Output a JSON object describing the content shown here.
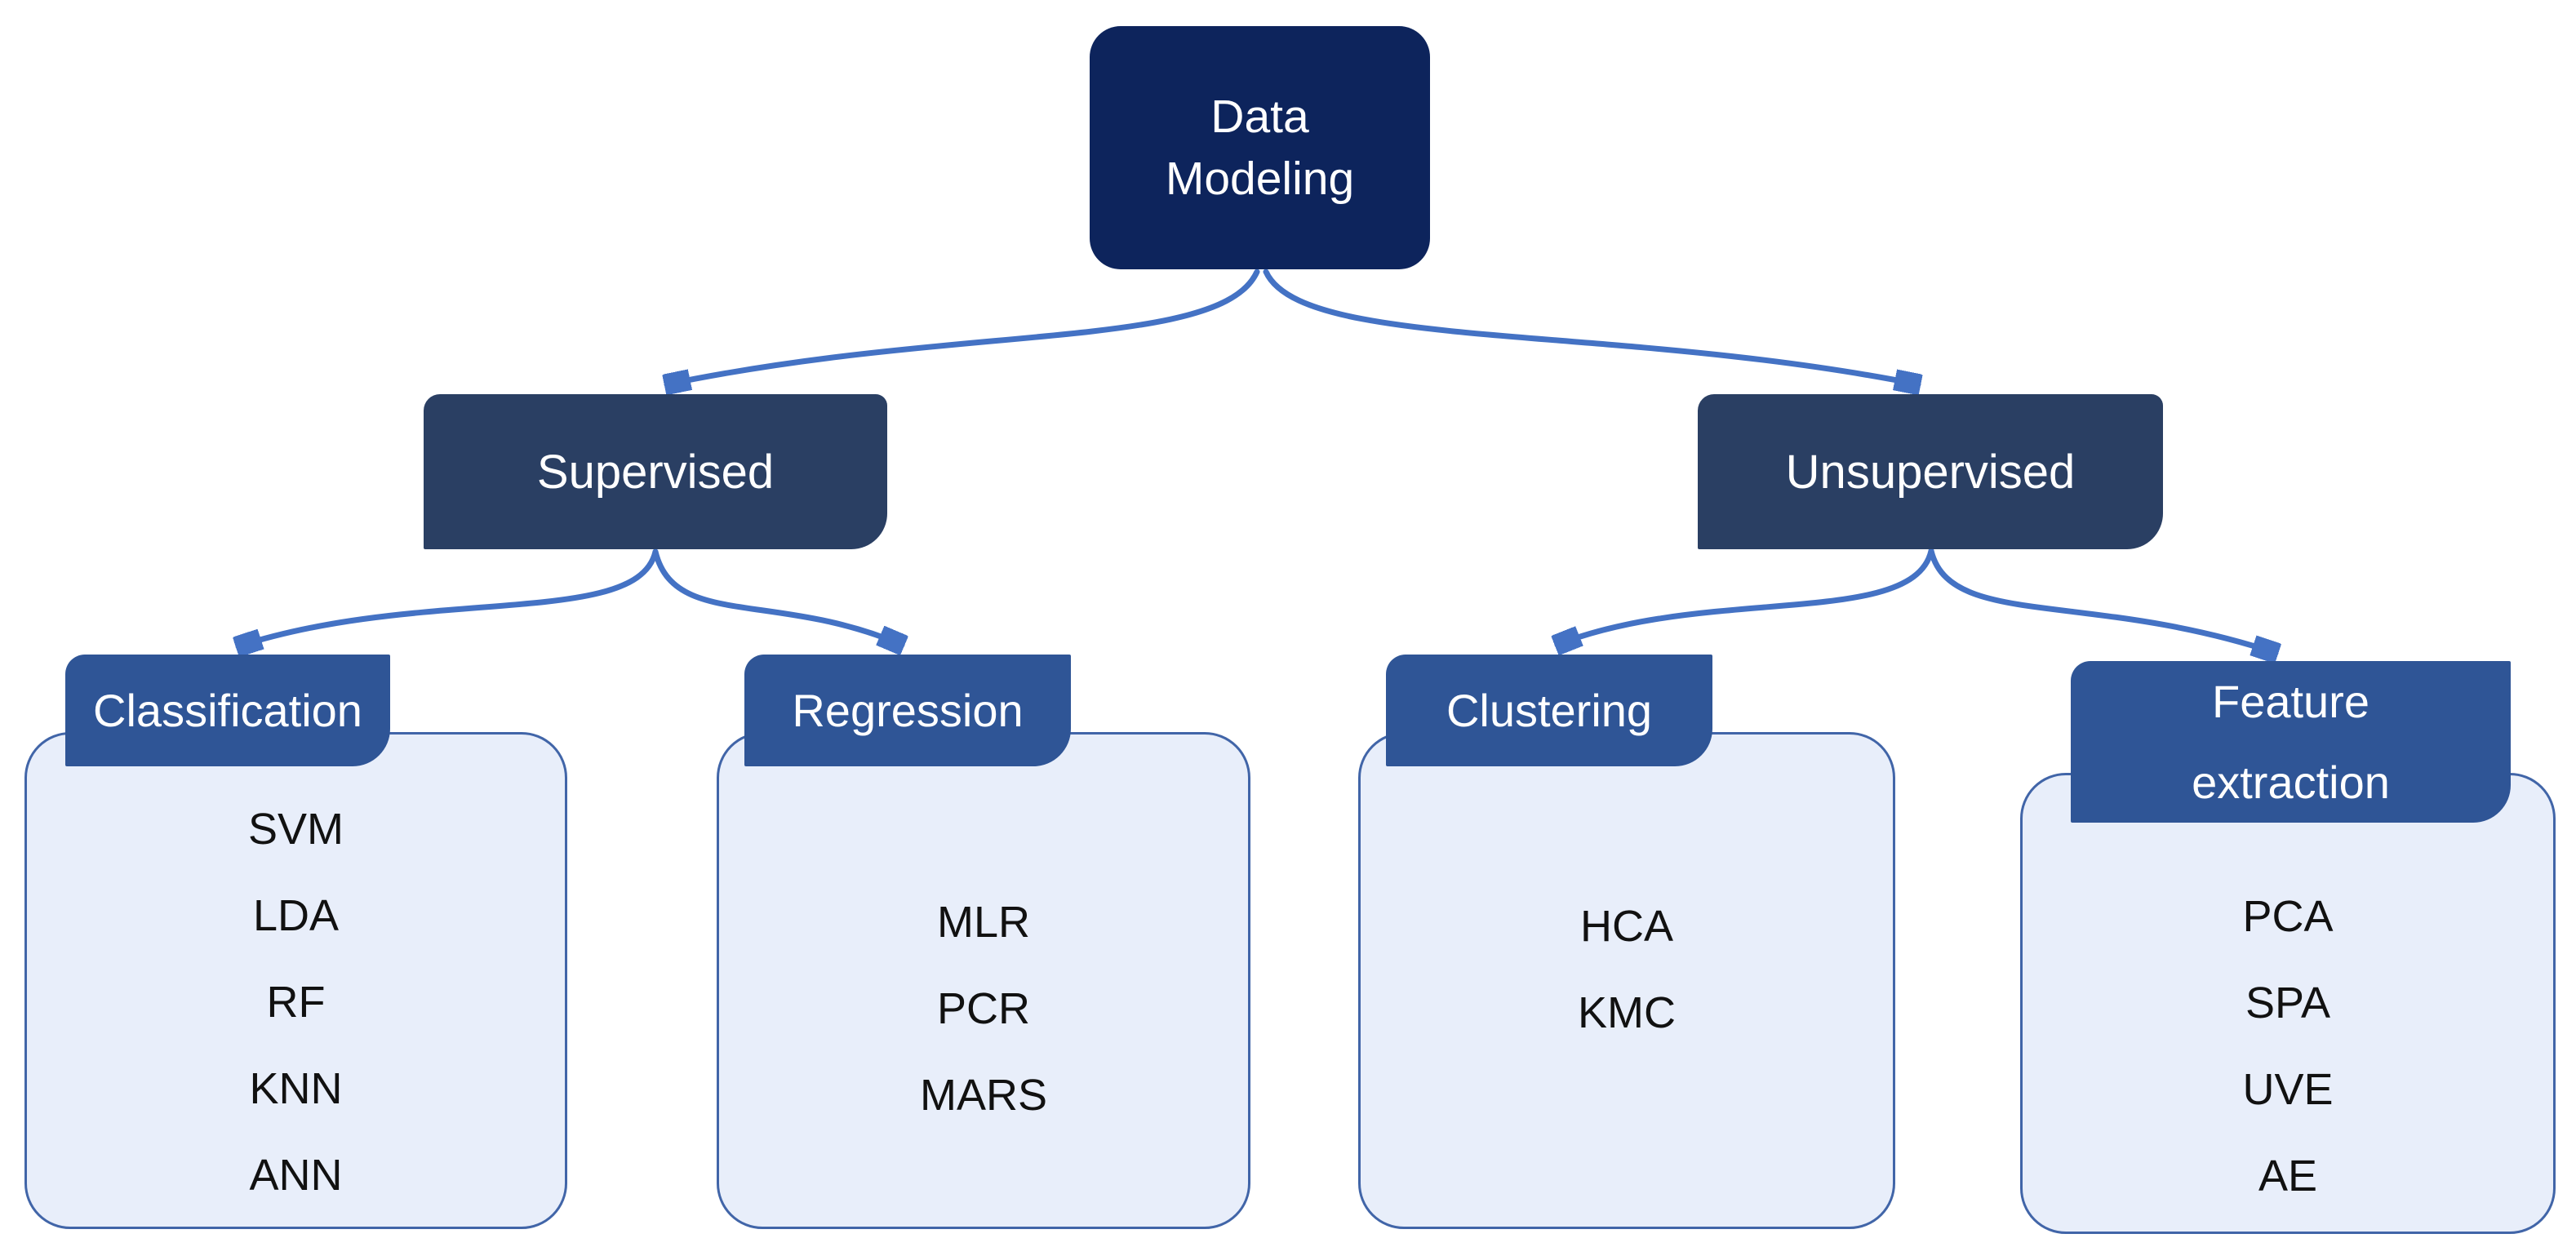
{
  "root": {
    "label": "Data\nModeling"
  },
  "level1": [
    {
      "label": "Supervised"
    },
    {
      "label": "Unsupervised"
    }
  ],
  "groups": [
    {
      "title": "Classification",
      "parent": "Supervised",
      "methods": [
        "SVM",
        "LDA",
        "RF",
        "KNN",
        "ANN"
      ]
    },
    {
      "title": "Regression",
      "parent": "Supervised",
      "methods": [
        "MLR",
        "PCR",
        "MARS"
      ]
    },
    {
      "title": "Clustering",
      "parent": "Unsupervised",
      "methods": [
        "HCA",
        "KMC"
      ]
    },
    {
      "title": "Feature\nextraction",
      "parent": "Unsupervised",
      "methods": [
        "PCA",
        "SPA",
        "UVE",
        "AE"
      ]
    }
  ],
  "colors": {
    "root-fill": "#0d245c",
    "branch-fill": "#2a3f63",
    "header-fill": "#2f5596",
    "container-fill": "#e8eefa",
    "container-border": "#4165a8",
    "connector": "#4472c4",
    "node-text": "#ffffff",
    "method-text": "#111111",
    "background": "#ffffff"
  }
}
